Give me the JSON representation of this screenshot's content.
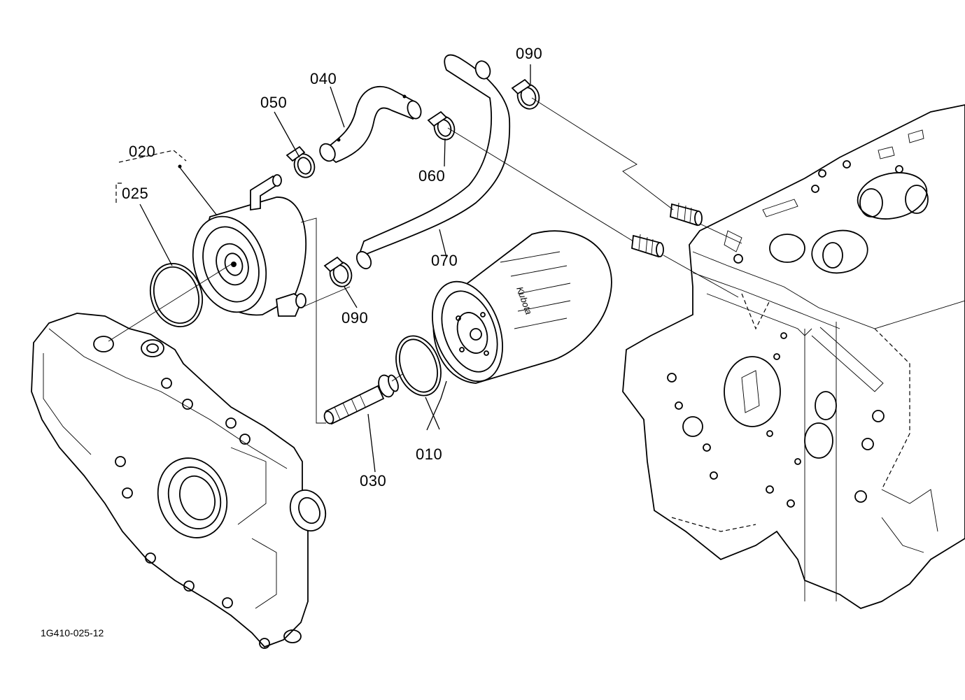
{
  "labels": {
    "p010": "010",
    "p020": "020",
    "p025": "025",
    "p030": "030",
    "p040": "040",
    "p050": "050",
    "p060": "060",
    "p070": "070",
    "p090_top": "090",
    "p090_mid": "090"
  },
  "filter_brand": "Kubota",
  "drawing_number": "1G410-025-12"
}
